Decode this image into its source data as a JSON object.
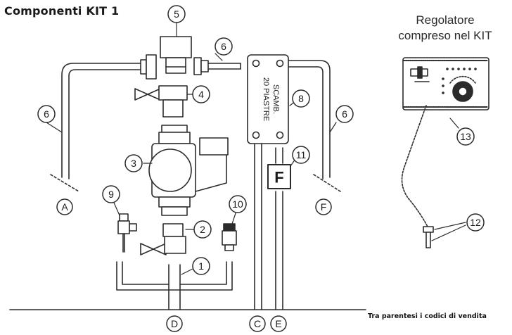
{
  "title": "Componenti KIT 1",
  "regulator_caption": [
    "Regolatore",
    "compreso nel KIT"
  ],
  "exchanger_text": [
    "SCAMB.",
    "20 PIASTRE"
  ],
  "flow_letter": "F",
  "footer_note": "Tra parentesi i codici di vendita",
  "callouts": [
    "5",
    "6",
    "4",
    "3",
    "9",
    "2",
    "1",
    "10",
    "8",
    "11",
    "12",
    "13"
  ],
  "connections": [
    "A",
    "D",
    "C",
    "E",
    "F"
  ]
}
